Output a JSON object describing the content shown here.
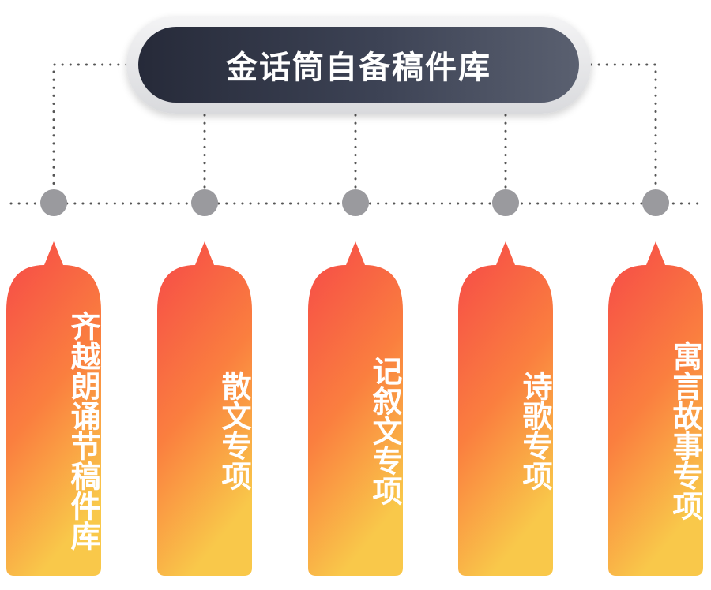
{
  "title": "金话筒自备稿件库",
  "colors": {
    "title_bg_start": "#262a39",
    "title_bg_end": "#5a6070",
    "pillar_top": "#f64848",
    "pillar_bottom": "#f9c84a",
    "connector_dot": "#9a9a9e",
    "dotted_line": "#555555"
  },
  "categories": [
    {
      "label": "齐越朗诵节稿件库"
    },
    {
      "label": "散文专项"
    },
    {
      "label": "记叙文专项"
    },
    {
      "label": "诗歌专项"
    },
    {
      "label": "寓言故事专项"
    }
  ]
}
